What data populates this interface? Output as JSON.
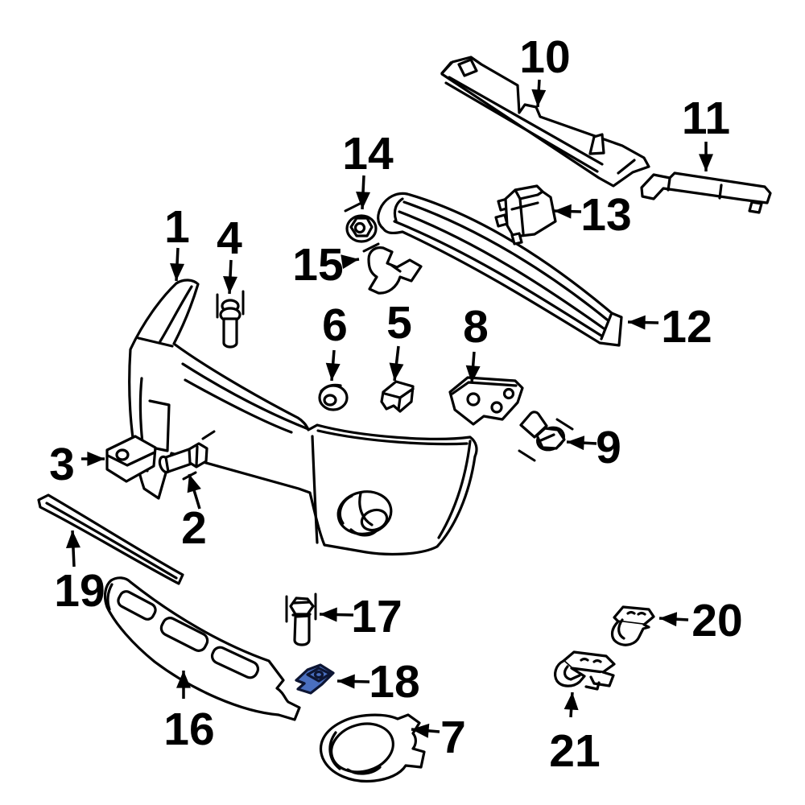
{
  "diagram_type": "exploded-parts-diagram",
  "subject": "front-bumper-assembly",
  "background": "#ffffff",
  "line_color": "#000000",
  "highlight": {
    "part_label": "18",
    "fill": "#4a6fc0",
    "stroke": "#0d1533"
  },
  "callouts": [
    {
      "label": "1"
    },
    {
      "label": "2"
    },
    {
      "label": "3"
    },
    {
      "label": "4"
    },
    {
      "label": "5"
    },
    {
      "label": "6"
    },
    {
      "label": "7"
    },
    {
      "label": "8"
    },
    {
      "label": "9"
    },
    {
      "label": "10"
    },
    {
      "label": "11"
    },
    {
      "label": "12"
    },
    {
      "label": "13"
    },
    {
      "label": "14"
    },
    {
      "label": "15"
    },
    {
      "label": "16"
    },
    {
      "label": "17"
    },
    {
      "label": "18"
    },
    {
      "label": "19"
    },
    {
      "label": "20"
    },
    {
      "label": "21"
    }
  ]
}
